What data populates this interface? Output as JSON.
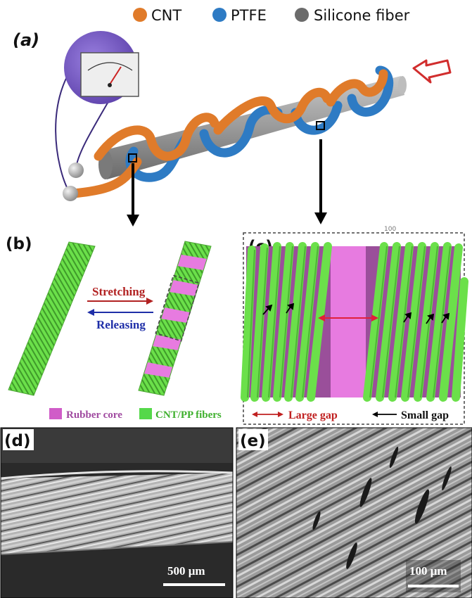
{
  "legend": {
    "items": [
      {
        "label": "CNT",
        "color": "#E07B2A"
      },
      {
        "label": "PTFE",
        "color": "#2E7BC4"
      },
      {
        "label": "Silicone fiber",
        "color": "#6B6B6B"
      }
    ]
  },
  "panels": {
    "a": {
      "label": "(a)"
    },
    "b": {
      "label": "(b)",
      "stretching": "Stretching",
      "releasing": "Releasing",
      "legend_rubber": "Rubber core",
      "legend_fiber": "CNT/PP fibers"
    },
    "c": {
      "label": "(c)",
      "large_gap": "Large gap",
      "small_gap": "Small gap",
      "corner_text": "100"
    },
    "d": {
      "label": "(d)",
      "scale": "500 μm"
    },
    "e": {
      "label": "(e)",
      "scale": "100 μm"
    }
  },
  "colors": {
    "cnt": "#E07B2A",
    "ptfe": "#2E7BC4",
    "silicone": "#8C8C8C",
    "rubber": "#E77BE0",
    "fiber_green": "#6BE04A",
    "stretch_arrow": "#B22222",
    "release_arrow": "#1F2FA8",
    "gauge_bg": "#7A5BC6"
  }
}
